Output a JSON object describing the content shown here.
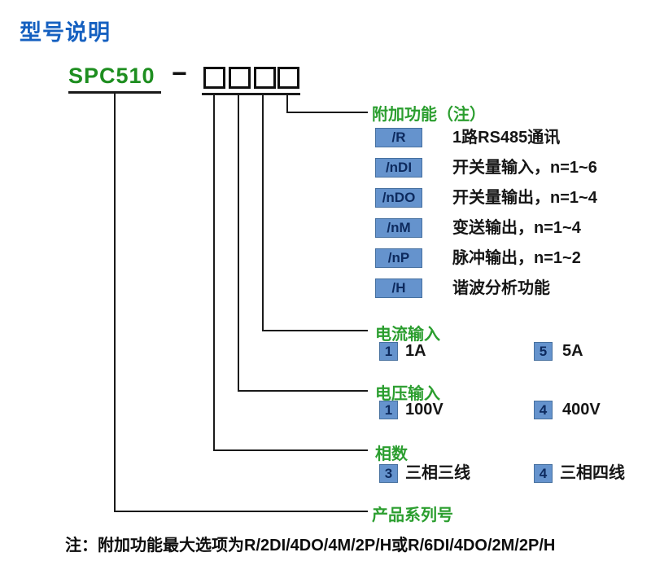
{
  "title": "型号说明",
  "model": {
    "code": "SPC510",
    "dash": "−",
    "box_count": 4
  },
  "functions": {
    "label": "附加功能（注）",
    "items": [
      {
        "code": "/R",
        "desc": "1路RS485通讯"
      },
      {
        "code": "/nDI",
        "desc": "开关量输入，n=1~6"
      },
      {
        "code": "/nDO",
        "desc": "开关量输出，n=1~4"
      },
      {
        "code": "/nM",
        "desc": "变送输出，n=1~4"
      },
      {
        "code": "/nP",
        "desc": "脉冲输出，n=1~2"
      },
      {
        "code": "/H",
        "desc": "谐波分析功能"
      }
    ]
  },
  "current": {
    "label": "电流输入",
    "options": [
      {
        "code": "1",
        "desc": "1A"
      },
      {
        "code": "5",
        "desc": "5A"
      }
    ]
  },
  "voltage": {
    "label": "电压输入",
    "options": [
      {
        "code": "1",
        "desc": "100V"
      },
      {
        "code": "4",
        "desc": "400V"
      }
    ]
  },
  "phase": {
    "label": "相数",
    "options": [
      {
        "code": "3",
        "desc": "三相三线"
      },
      {
        "code": "4",
        "desc": "三相四线"
      }
    ]
  },
  "series": {
    "label": "产品系列号"
  },
  "note": "注：附加功能最大选项为R/2DI/4DO/4M/2P/H或R/6DI/4DO/2M/2P/H",
  "colors": {
    "title_blue": "#1560c0",
    "model_green": "#1e8e20",
    "label_green": "#2b9e2f",
    "badge_bg": "#6593cd",
    "badge_border": "#46709f",
    "badge_text": "#0d2a5e",
    "line_color": "#1a1a1a"
  }
}
